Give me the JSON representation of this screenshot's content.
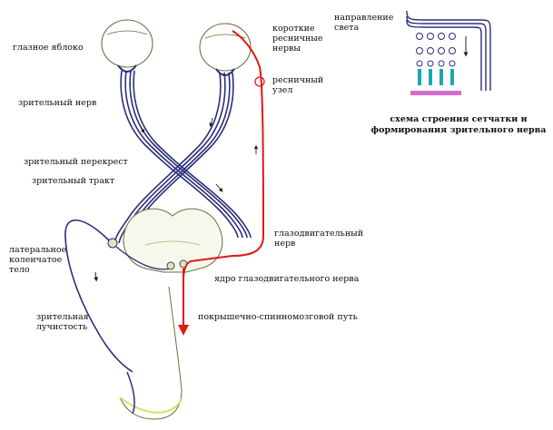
{
  "labels": {
    "eyeball": "глазное яблоко",
    "optic_nerve": "зрительный нерв",
    "chiasm": "зрительный перекрест",
    "optic_tract": "зрительный тракт",
    "lgn": "латеральное\nколенчатое\nтело",
    "radiation": "зрительная\nлучистость",
    "short_ciliary": "короткие\nресничные\nнервы",
    "ciliary_ganglion": "ресничный\nузел",
    "light_direction": "направление\nсвета",
    "oculomotor_nerve": "глазодвигательный\nнерв",
    "oculomotor_nucleus": "ядро глазодвигательного нерва",
    "tectospinal": "покрышечно-спинномозговой путь",
    "retina_caption": "схема строения сетчатки и\nформирования зрительного нерва"
  },
  "colors": {
    "nerve": "#2a2f7a",
    "red_path": "#e01818",
    "outline": "#6a7040",
    "retina_cyan": "#1aa8b0"
  }
}
